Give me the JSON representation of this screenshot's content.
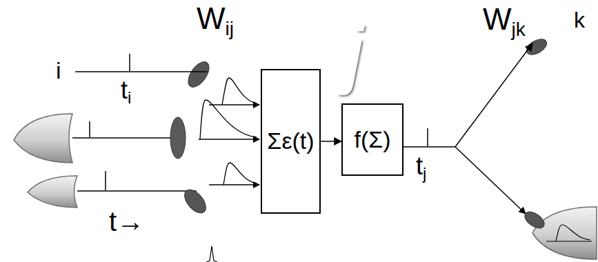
{
  "diagram": {
    "nodes": [
      {
        "text": [
          "i"
        ]
      },
      {
        "text": [
          "j"
        ]
      },
      {
        "text": [
          "Σε(t)"
        ],
        "in": 1
      },
      {
        "text": [
          "f(Σ)"
        ],
        "in": 1
      },
      {
        "text": [
          "k"
        ]
      }
    ],
    "edges": [
      {
        "from": 0,
        "to": 1,
        "arrow": "none"
      },
      {
        "from": 2,
        "to": 3,
        "arrow": "to"
      },
      {
        "from": 3,
        "to": 4,
        "arrow": "to"
      }
    ],
    "labels": [
      "ti",
      "t→",
      "Wij",
      "tj",
      "Wjk"
    ]
  }
}
